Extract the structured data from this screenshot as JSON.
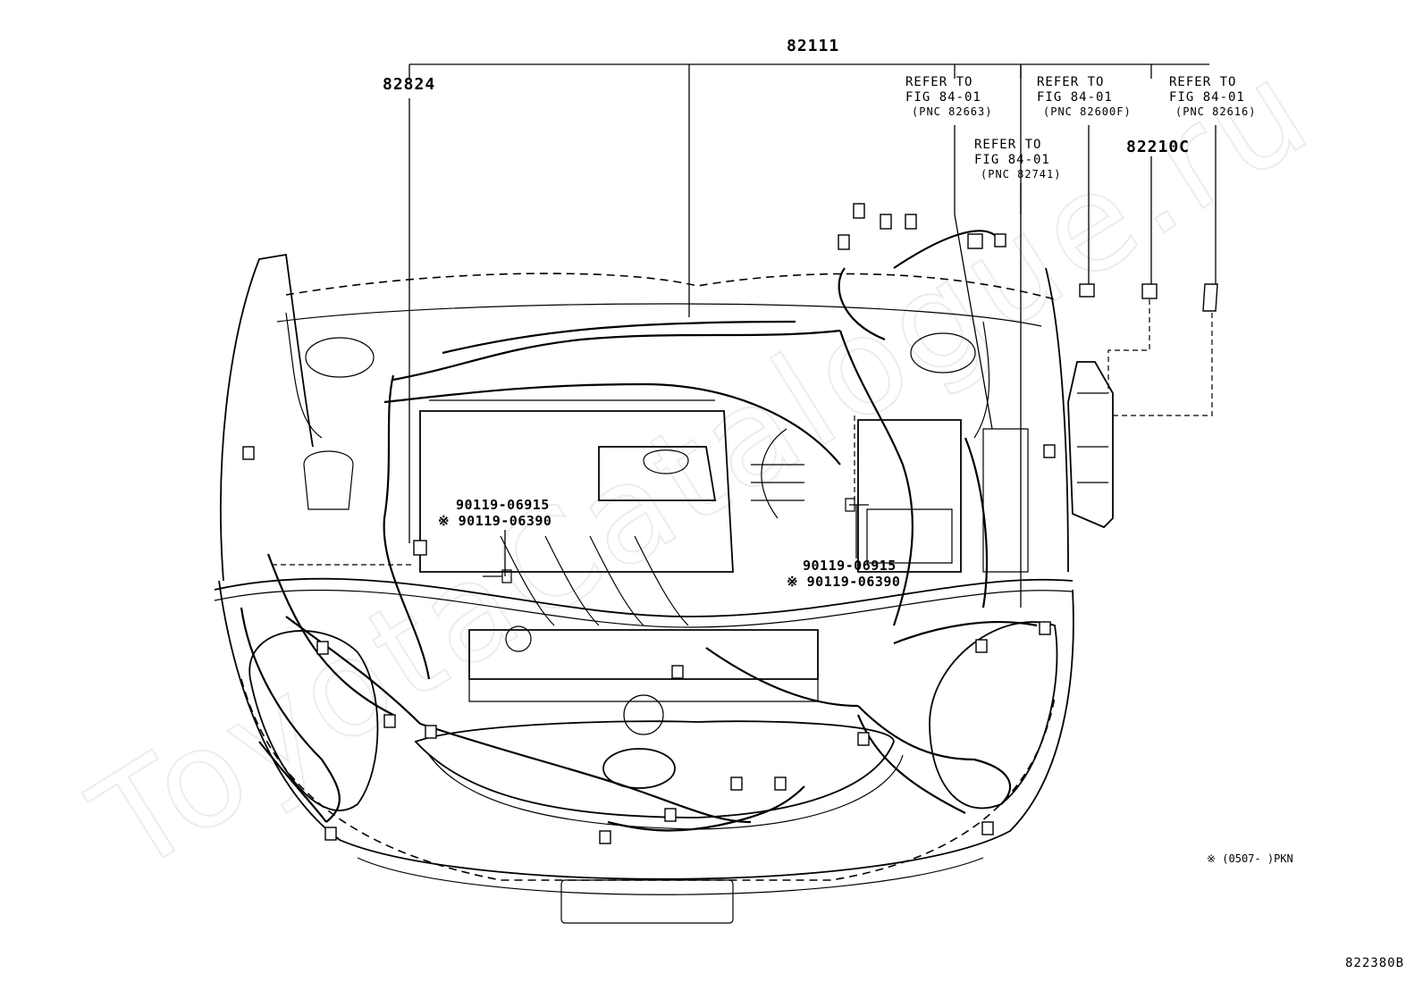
{
  "watermark": "ToyotaCatalogue.ru",
  "callouts": {
    "harness_main": "82111",
    "harness_left": "82824",
    "relay_block": "82210C",
    "diagram_code": "822380B"
  },
  "refer_notes": [
    {
      "l1": "REFER TO",
      "l2": "FIG 84-01",
      "l3": "(PNC 82663)"
    },
    {
      "l1": "REFER TO",
      "l2": "FIG 84-01",
      "l3": "(PNC 82741)"
    },
    {
      "l1": "REFER TO",
      "l2": "FIG 84-01",
      "l3": "(PNC 82600F)"
    },
    {
      "l1": "REFER TO",
      "l2": "FIG 84-01",
      "l3": "(PNC 82616)"
    }
  ],
  "bolts": {
    "left": {
      "pn1": "90119-06915",
      "pn2": "※ 90119-06390"
    },
    "right": {
      "pn1": "90119-06915",
      "pn2": "※ 90119-06390"
    }
  },
  "footnote": "※ (0507-     )PKN"
}
